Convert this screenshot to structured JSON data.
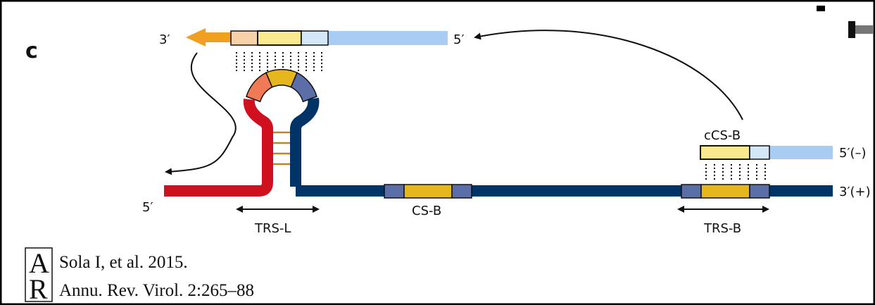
{
  "figure": {
    "panel_letter": "c",
    "labels": {
      "top_3prime": "3′",
      "top_5prime": "5′",
      "ccsb": "cCS-B",
      "minus_strand": "5′(–)",
      "plus_strand": "3′(+)",
      "left_5prime": "5′",
      "trs_l": "TRS-L",
      "cs_b": "CS-B",
      "trs_b": "TRS-B"
    }
  },
  "citation": {
    "logo_text": "AR",
    "line1": "Sola I, et al. 2015.",
    "line2": "Annu. Rev. Virol. 2:265–88"
  },
  "colors": {
    "frame": "#000000",
    "navy": "#003366",
    "red": "#d0101e",
    "gold": "#e5b71c",
    "light_yellow": "#fbe98f",
    "light_blue": "#a9cdf2",
    "pale_blue": "#d3e7f8",
    "peach": "#f7d2a8",
    "orange": "#f0a020",
    "slate": "#5b6ea8",
    "coral": "#ef7a55",
    "stem_rung": "#b8862c"
  }
}
